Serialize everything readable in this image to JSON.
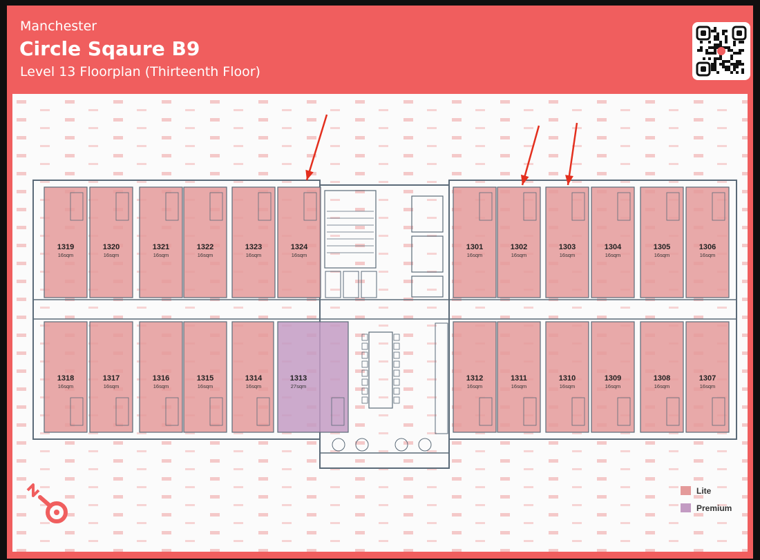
{
  "header": {
    "city": "Manchester",
    "building": "Circle Sqaure B9",
    "floor_label": "Level 13 Floorplan (Thirteenth Floor)"
  },
  "colors": {
    "brand": "#f05e5e",
    "lite": "#e49a9a",
    "premium": "#c39bc3",
    "arrow": "#e32f1e",
    "wall": "#5a6a78"
  },
  "icons": [
    "qr-code-icon",
    "north-compass-icon",
    "arrow-icon"
  ],
  "legend": [
    {
      "label": "Lite",
      "color": "#e49a9a"
    },
    {
      "label": "Premium",
      "color": "#c39bc3"
    }
  ],
  "rooms": {
    "top": [
      {
        "number": "1319",
        "size": "16sqm",
        "type": "Lite"
      },
      {
        "number": "1320",
        "size": "16sqm",
        "type": "Lite"
      },
      {
        "number": "1321",
        "size": "16sqm",
        "type": "Lite"
      },
      {
        "number": "1322",
        "size": "16sqm",
        "type": "Lite"
      },
      {
        "number": "1323",
        "size": "16sqm",
        "type": "Lite"
      },
      {
        "number": "1324",
        "size": "16sqm",
        "type": "Lite"
      },
      {
        "number": "1301",
        "size": "16sqm",
        "type": "Lite"
      },
      {
        "number": "1302",
        "size": "16sqm",
        "type": "Lite"
      },
      {
        "number": "1303",
        "size": "16sqm",
        "type": "Lite"
      },
      {
        "number": "1304",
        "size": "16sqm",
        "type": "Lite"
      },
      {
        "number": "1305",
        "size": "16sqm",
        "type": "Lite"
      },
      {
        "number": "1306",
        "size": "16sqm",
        "type": "Lite"
      }
    ],
    "bottom": [
      {
        "number": "1318",
        "size": "16sqm",
        "type": "Lite"
      },
      {
        "number": "1317",
        "size": "16sqm",
        "type": "Lite"
      },
      {
        "number": "1316",
        "size": "16sqm",
        "type": "Lite"
      },
      {
        "number": "1315",
        "size": "16sqm",
        "type": "Lite"
      },
      {
        "number": "1314",
        "size": "16sqm",
        "type": "Lite"
      },
      {
        "number": "1313",
        "size": "27sqm",
        "type": "Premium"
      },
      {
        "number": "1312",
        "size": "16sqm",
        "type": "Lite"
      },
      {
        "number": "1311",
        "size": "16sqm",
        "type": "Lite"
      },
      {
        "number": "1310",
        "size": "16sqm",
        "type": "Lite"
      },
      {
        "number": "1309",
        "size": "16sqm",
        "type": "Lite"
      },
      {
        "number": "1308",
        "size": "16sqm",
        "type": "Lite"
      },
      {
        "number": "1307",
        "size": "16sqm",
        "type": "Lite"
      }
    ]
  },
  "highlighted_rooms": [
    "1324",
    "1302",
    "1303"
  ]
}
